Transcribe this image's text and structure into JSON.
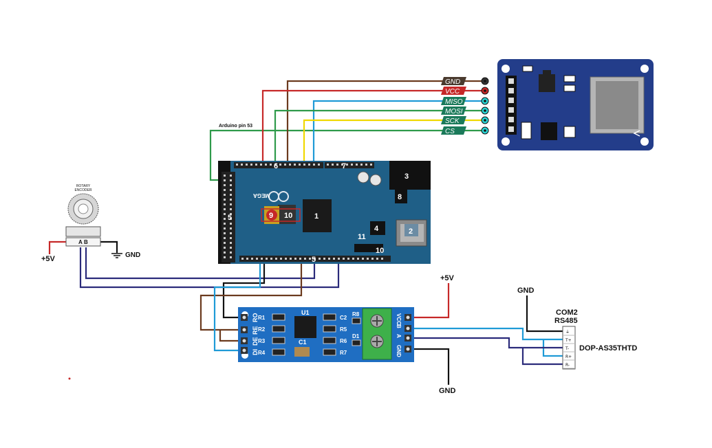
{
  "sd_module": {
    "pins": [
      {
        "label": "GND",
        "color": "#4a3a2e"
      },
      {
        "label": "VCC",
        "color": "#c62828"
      },
      {
        "label": "MISO",
        "color": "#1b7a5a"
      },
      {
        "label": "MOSI",
        "color": "#1b7a5a"
      },
      {
        "label": "SCK",
        "color": "#1b7a5a"
      },
      {
        "label": "CS",
        "color": "#1b7a5a"
      }
    ]
  },
  "arduino": {
    "pin53_label": "Arduino pin 53",
    "board_text": "MEGA",
    "callouts": [
      "1",
      "2",
      "3",
      "4",
      "5",
      "5",
      "6",
      "7",
      "8",
      "9",
      "10",
      "10",
      "11"
    ]
  },
  "encoder": {
    "title": "ROTARY\nENCODER",
    "title_line1": "ROTARY",
    "title_line2": "ENCODER",
    "vcc_label": "+5V",
    "gnd_label": "GND",
    "pin_a": "A",
    "pin_b": "B"
  },
  "rs485_module": {
    "left_pins": [
      "RO",
      "RE",
      "DE",
      "DI"
    ],
    "right_pins": [
      "VCC",
      "B",
      "A",
      "GND"
    ],
    "resistors_left": [
      "R1",
      "R2",
      "R3",
      "R4"
    ],
    "resistors_right": [
      "C2",
      "R5",
      "R6",
      "R7"
    ],
    "chip_label": "U1",
    "cap_label": "C1",
    "r8_label": "R8",
    "d1_label": "D1"
  },
  "power": {
    "vcc_label": "+5V",
    "gnd_label": "GND"
  },
  "com_port": {
    "gnd_label": "GND",
    "title_line1": "COM2",
    "title_line2": "RS485",
    "device_label": "DOP-AS35THTD",
    "terminals": [
      "⏚",
      "T+",
      "T-",
      "R+",
      "R-"
    ]
  },
  "colors": {
    "board_blue": "#1f5f87",
    "sd_blue": "#233d8a",
    "wire_brown": "#6b3a1e",
    "wire_red": "#c62828",
    "wire_green": "#2e9a4a",
    "wire_cyan": "#1e9ad6",
    "wire_yellow": "#f0d800",
    "wire_navy": "#2a2a7a",
    "wire_black": "#111111"
  }
}
